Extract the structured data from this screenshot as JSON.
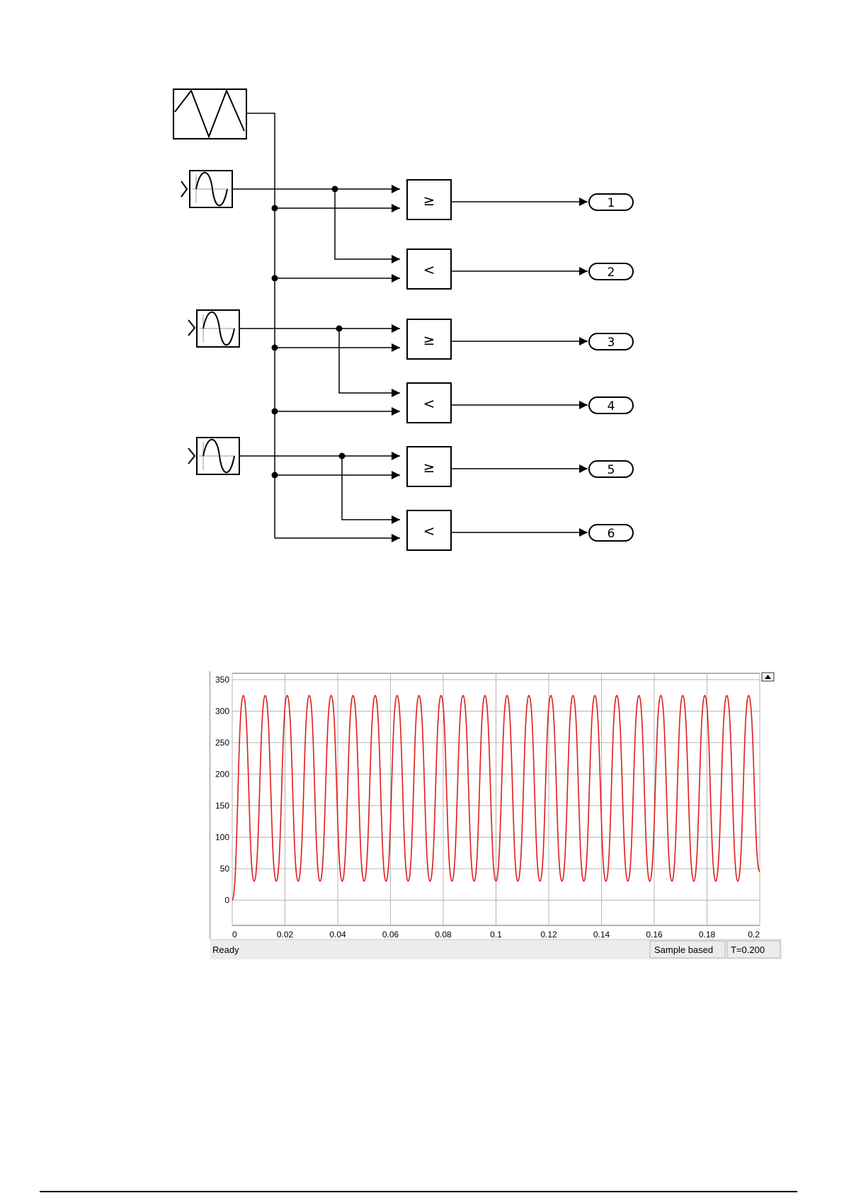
{
  "diagram": {
    "ops": [
      "≥",
      "<",
      "≥",
      "<",
      "≥",
      "<"
    ],
    "ports": [
      "1",
      "2",
      "3",
      "4",
      "5",
      "6"
    ]
  },
  "scope": {
    "status_left": "Ready",
    "status_mid": "Sample based",
    "status_right": "T=0.200"
  },
  "chart_data": {
    "type": "line",
    "title": "",
    "xlabel": "",
    "ylabel": "",
    "xlim": [
      0,
      0.2
    ],
    "ylim": [
      -40,
      360
    ],
    "xticks": [
      "0",
      "0.02",
      "0.04",
      "0.06",
      "0.08",
      "0.1",
      "0.12",
      "0.14",
      "0.16",
      "0.18",
      "0.2"
    ],
    "yticks": [
      "0",
      "50",
      "100",
      "150",
      "200",
      "250",
      "300",
      "350"
    ],
    "grid": true,
    "series": [
      {
        "color": "#e11b1b",
        "x": [
          0,
          0.0042,
          0.0083,
          0.0125,
          0.0167,
          0.0208,
          0.025,
          0.0292,
          0.0333,
          0.0375,
          0.0417,
          0.0458,
          0.05,
          0.0542,
          0.0583,
          0.0625,
          0.0667,
          0.0708,
          0.075,
          0.0792,
          0.0833,
          0.0875,
          0.0917,
          0.0958,
          0.1,
          0.1042,
          0.1083,
          0.1125,
          0.1167,
          0.1208,
          0.125,
          0.1292,
          0.1333,
          0.1375,
          0.1417,
          0.1458,
          0.15,
          0.1542,
          0.1583,
          0.1625,
          0.1667,
          0.1708,
          0.175,
          0.1792,
          0.1833,
          0.1875,
          0.1917,
          0.1958,
          0.2
        ],
        "y": [
          0,
          325,
          30,
          325,
          30,
          325,
          30,
          325,
          30,
          325,
          30,
          325,
          30,
          325,
          30,
          325,
          30,
          325,
          30,
          325,
          30,
          325,
          30,
          325,
          30,
          325,
          30,
          325,
          30,
          325,
          30,
          325,
          30,
          325,
          30,
          325,
          30,
          325,
          30,
          325,
          30,
          325,
          30,
          325,
          30,
          325,
          30,
          325,
          45
        ]
      }
    ]
  }
}
